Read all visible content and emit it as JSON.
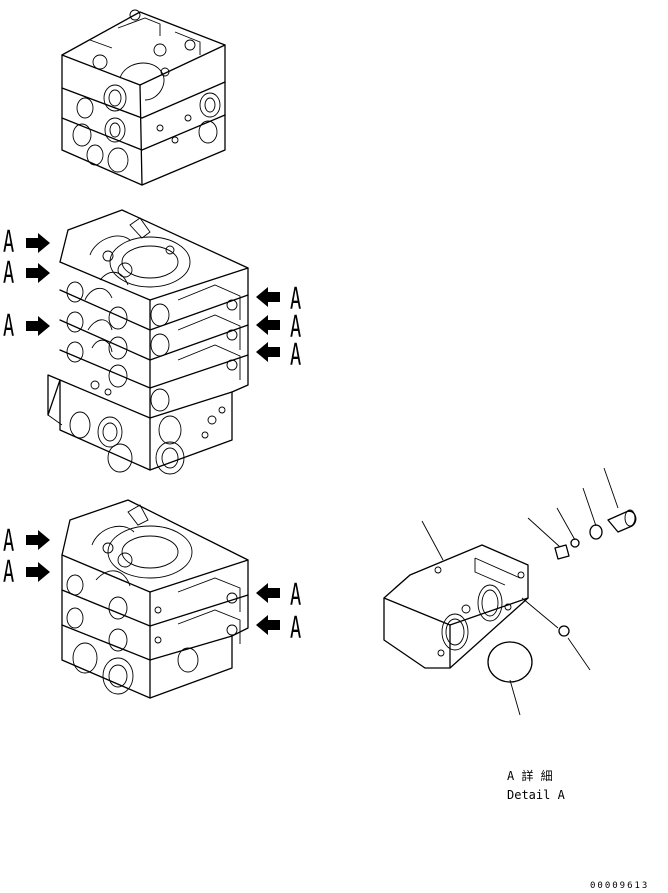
{
  "labels": {
    "section_letter": "A",
    "detail_caption_jp": "A 詳 細",
    "detail_caption_en": "Detail A",
    "drawing_code": "00009613"
  },
  "colors": {
    "line": "#000000",
    "background": "#ffffff"
  },
  "icons": [
    "arrow-right-icon",
    "arrow-left-icon"
  ]
}
